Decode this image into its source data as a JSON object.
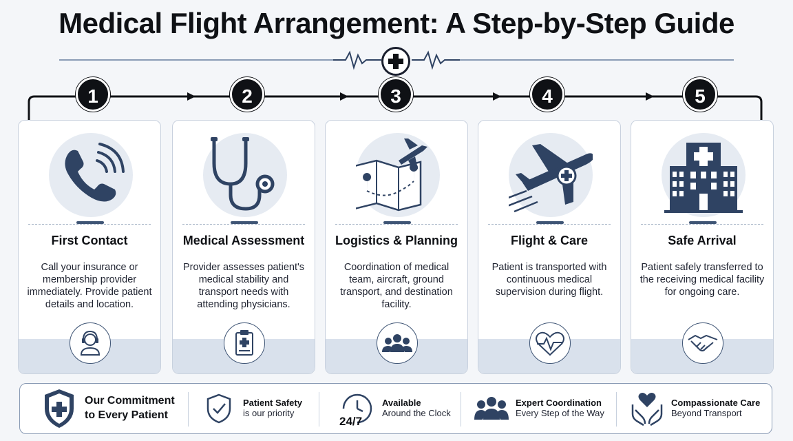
{
  "title": "Medical Flight Arrangement: A Step-by-Step Guide",
  "steps": [
    {
      "num": "1",
      "title": "First Contact",
      "desc": "Call your insurance or membership provider immediately. Provide patient details and location.",
      "icon": "phone-icon",
      "foot_icon": "headset-agent-icon"
    },
    {
      "num": "2",
      "title": "Medical Assessment",
      "desc": "Provider assesses patient's medical stability and transport needs with attending physicians.",
      "icon": "stethoscope-icon",
      "foot_icon": "clipboard-icon"
    },
    {
      "num": "3",
      "title": "Logistics & Planning",
      "desc": "Coordination of medical team, aircraft, ground transport, and destination facility.",
      "icon": "map-plane-icon",
      "foot_icon": "team-icon"
    },
    {
      "num": "4",
      "title": "Flight & Care",
      "desc": "Patient is transported with continuous medical supervision during flight.",
      "icon": "medical-plane-icon",
      "foot_icon": "heartbeat-icon"
    },
    {
      "num": "5",
      "title": "Safe Arrival",
      "desc": "Patient safely transferred to the receiving medical facility for ongoing care.",
      "icon": "hospital-icon",
      "foot_icon": "handshake-icon"
    }
  ],
  "commitment": {
    "heading_line1": "Our Commitment",
    "heading_line2": "to Every Patient",
    "items": [
      {
        "title": "Patient Safety",
        "sub": "is our priority",
        "icon": "shield-check-icon"
      },
      {
        "title": "Available",
        "sub": "Around the Clock",
        "icon": "clock-24-7-icon",
        "badge": "24/7"
      },
      {
        "title": "Expert Coordination",
        "sub": "Every Step of the Way",
        "icon": "team-icon"
      },
      {
        "title": "Compassionate Care",
        "sub": "Beyond Transport",
        "icon": "hands-heart-icon"
      }
    ]
  },
  "colors": {
    "dark": "#0f1115",
    "navy": "#2f4363",
    "accent_bg": "#e6ebf2"
  }
}
